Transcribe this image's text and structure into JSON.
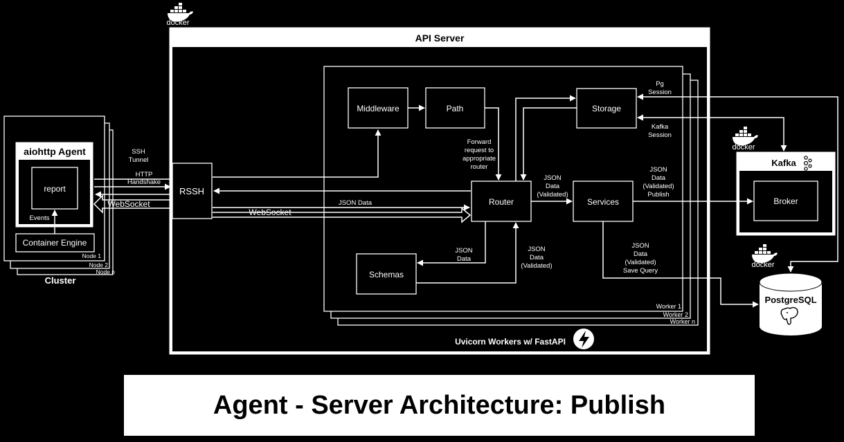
{
  "docker_label": "docker",
  "api_server": {
    "title": "API Server",
    "workers_caption": "Uvicorn Workers w/ FastAPI",
    "worker_labels": [
      "Worker 1",
      "Worker 2",
      "Worker n"
    ]
  },
  "cluster": {
    "label": "Cluster",
    "agent_title": "aiohttp Agent",
    "report": "report",
    "events": "Events",
    "container_engine": "Container Engine",
    "node_labels": [
      "Node 1",
      "Node 2",
      "Node n"
    ]
  },
  "components": {
    "rssh": "RSSH",
    "middleware": "Middleware",
    "path": "Path",
    "storage": "Storage",
    "router": "Router",
    "services": "Services",
    "schemas": "Schemas",
    "kafka": "Kafka",
    "broker": "Broker",
    "postgres": "PostgreSQL"
  },
  "edge_labels": {
    "ssh_tunnel": [
      "SSH",
      "Tunnel"
    ],
    "http_handshake": [
      "HTTP",
      "Handshake"
    ],
    "websocket_agent": "WebSocket",
    "websocket_rssh": "WebSocket",
    "json_data": "JSON Data",
    "forward": [
      "Forward",
      "request to",
      "appropriate",
      "router"
    ],
    "router_services": [
      "JSON",
      "Data",
      "(Validated)"
    ],
    "pg_session": [
      "Pg",
      "Session"
    ],
    "kafka_session": [
      "Kafka",
      "Session"
    ],
    "publish": [
      "JSON",
      "Data",
      "(Validated)",
      "Publish"
    ],
    "router_schemas": [
      "JSON",
      "Data"
    ],
    "schemas_router": [
      "JSON",
      "Data",
      "(Validated)"
    ],
    "save_query": [
      "JSON",
      "Data",
      "(Validated)",
      "Save Query"
    ]
  },
  "banner_title": "Agent - Server Architecture: Publish"
}
